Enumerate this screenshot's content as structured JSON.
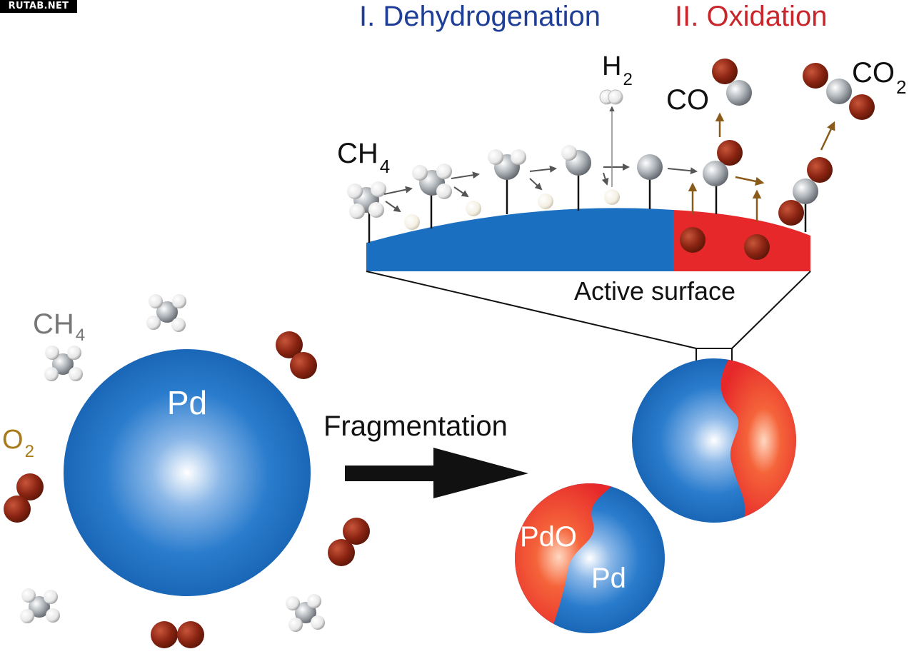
{
  "watermark": "RUTAB.NET",
  "header": {
    "step1": "I. Dehydrogenation",
    "step2": "II. Oxidation",
    "step1_color": "#1f3f96",
    "step2_color": "#c9262c"
  },
  "labels": {
    "ch4_surface": [
      "CH",
      "4"
    ],
    "h2": [
      "H",
      "2"
    ],
    "co": "CO",
    "co2": [
      "CO",
      "2"
    ],
    "active_surface": "Active surface",
    "ch4_gas": [
      "CH",
      "4"
    ],
    "o2_gas": [
      "O",
      "2"
    ],
    "pd_large": "Pd",
    "fragmentation": "Fragmentation",
    "pdo": "PdO",
    "pd_small": "Pd"
  },
  "colors": {
    "pd_blue": "#1b6fc0",
    "pdo_red": "#e6282a",
    "oxygen": "#8a2412",
    "carbon": "#9aa0a6",
    "hydrogen": "#eeeeee",
    "arrow": "#111111"
  }
}
